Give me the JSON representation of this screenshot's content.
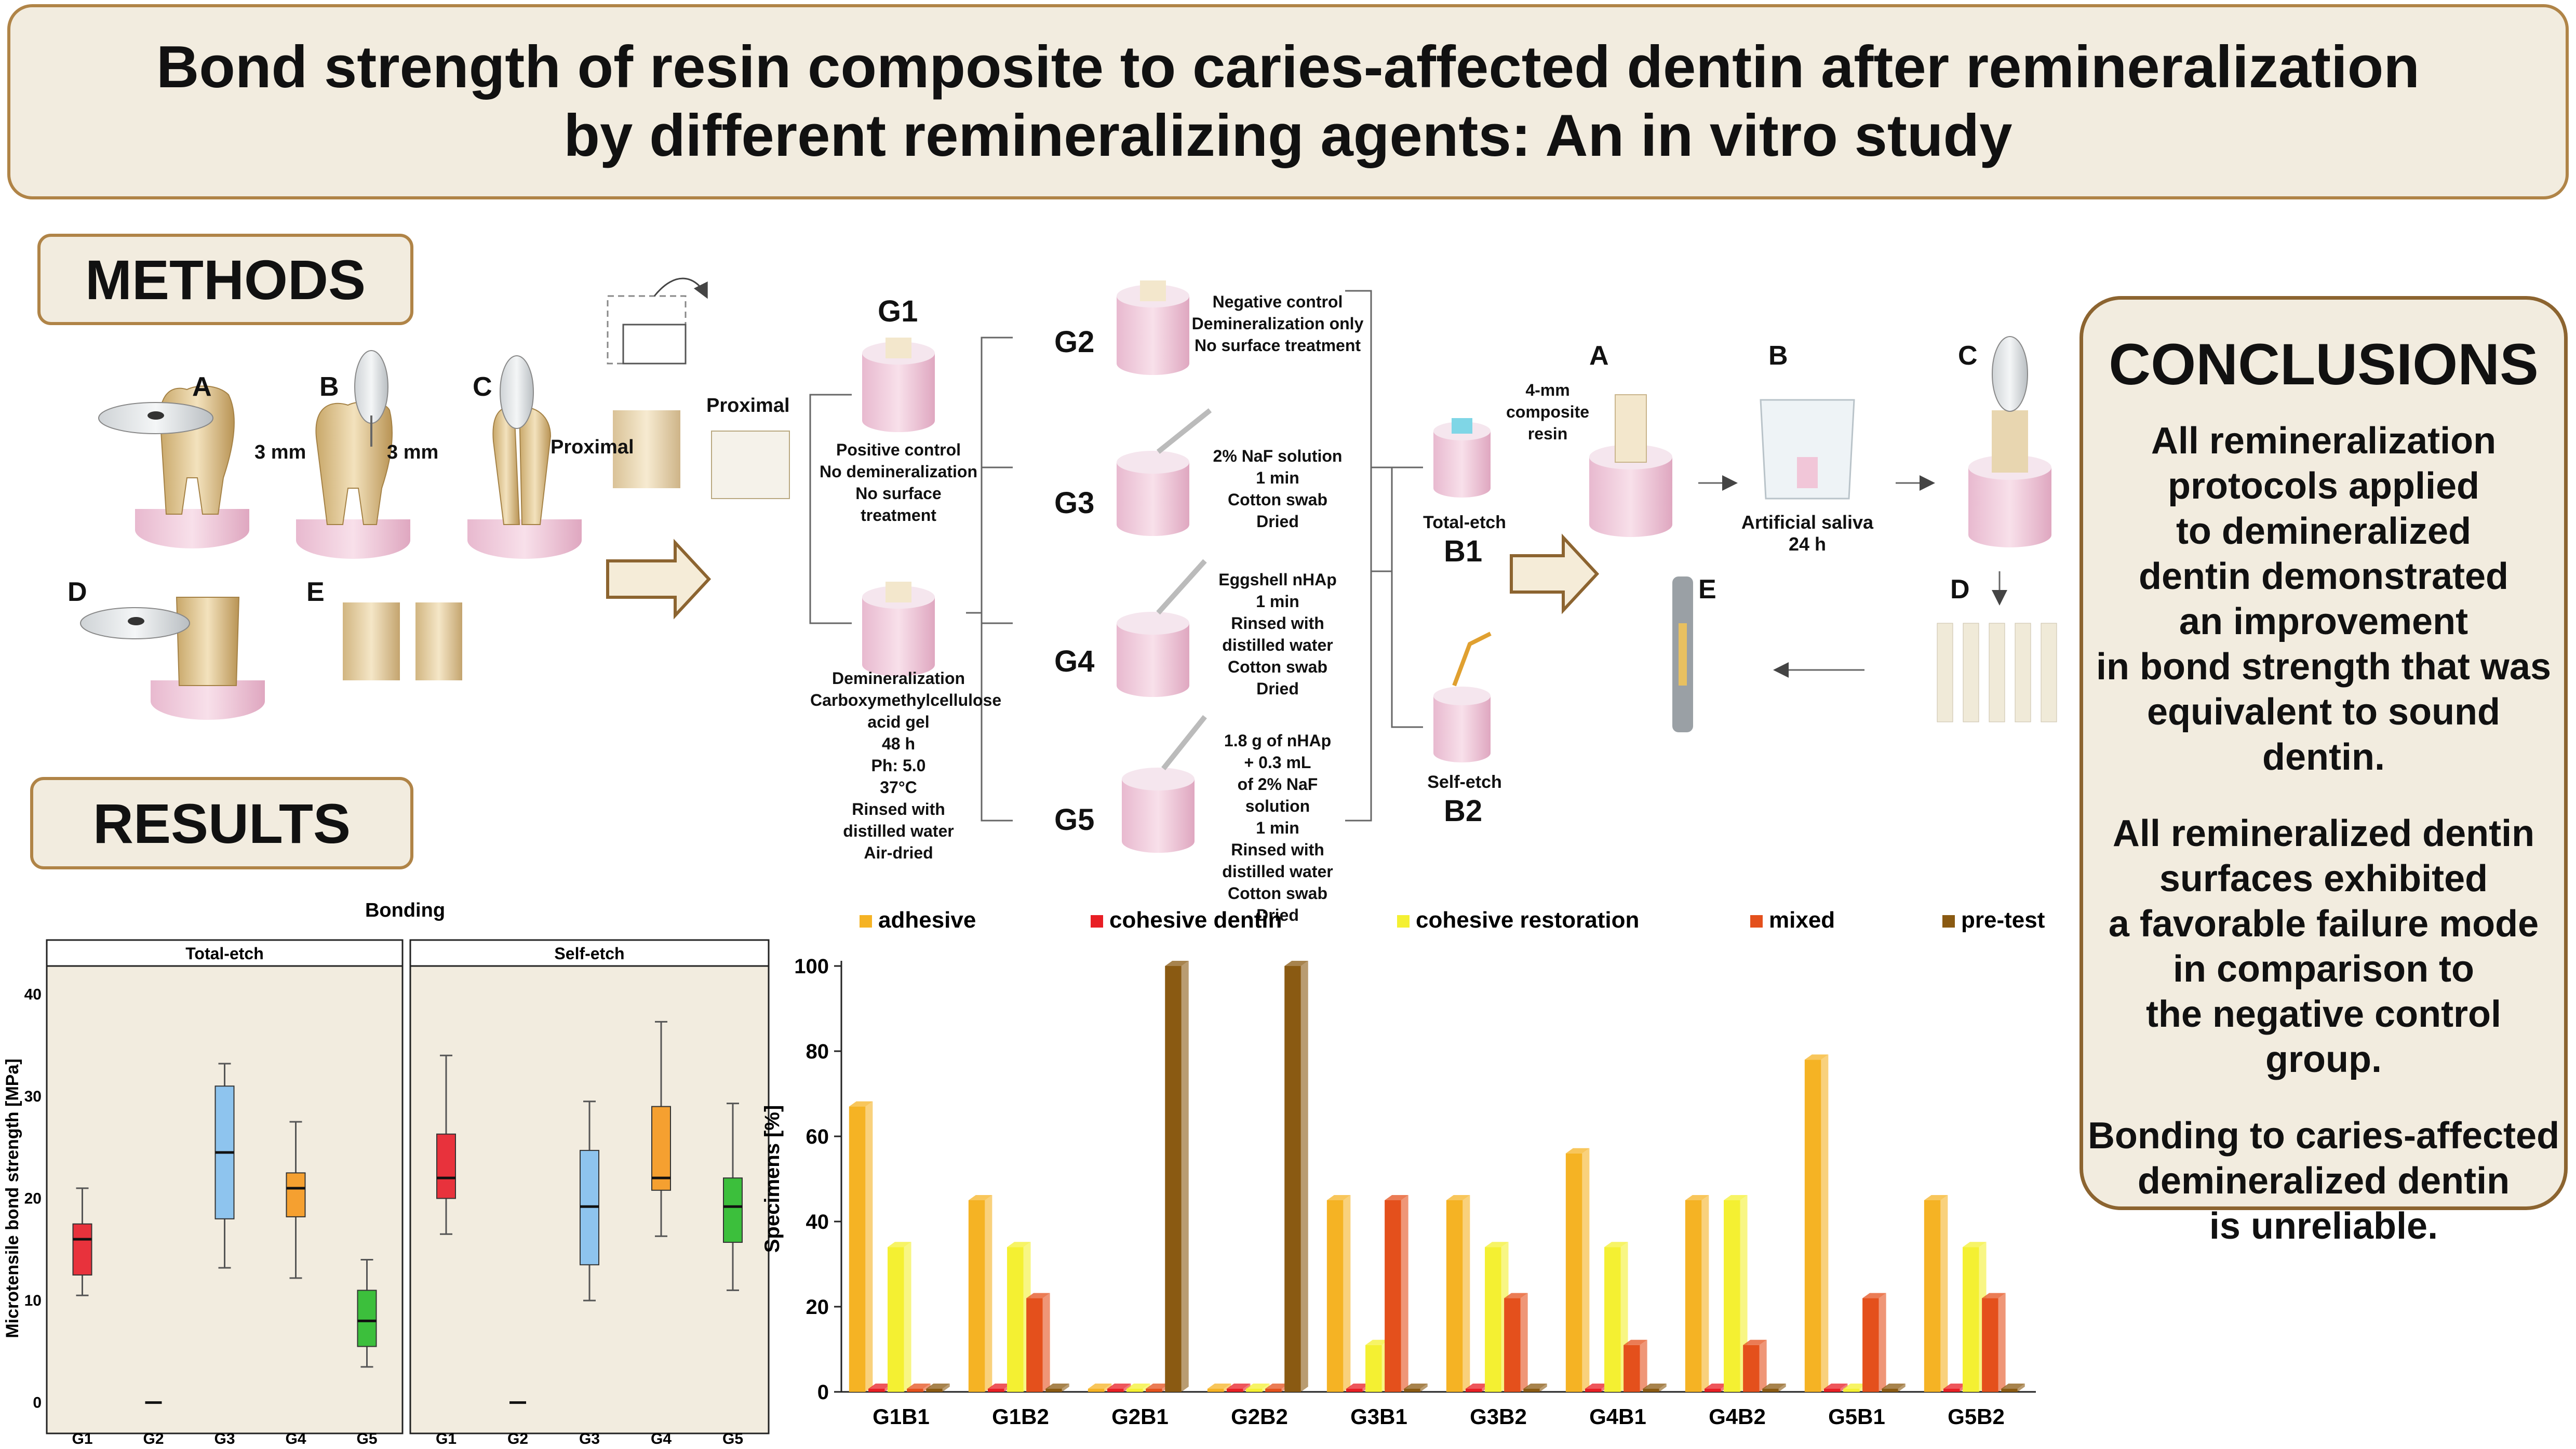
{
  "title": {
    "line1": "Bond strength of resin composite to caries-affected dentin after remineralization",
    "line2": "by different remineralizing agents: An in vitro study"
  },
  "sections": {
    "methods": "METHODS",
    "results": "RESULTS",
    "conclusions": "CONCLUSIONS"
  },
  "methods": {
    "prep_labels": {
      "a": "A",
      "b": "B",
      "c": "C",
      "d": "D",
      "e": "E"
    },
    "mm_left": "3 mm",
    "mm_right": "3 mm",
    "proximal1": "Proximal",
    "proximal2": "Proximal",
    "g1": {
      "id": "G1",
      "text": "Positive control\nNo demineralization\nNo surface treatment"
    },
    "demin": {
      "text": "Demineralization\nCarboxymethylcellulose\nacid gel\n48 h\nPh: 5.0\n37°C\nRinsed with\ndistilled water\nAir-dried"
    },
    "g2": {
      "id": "G2",
      "text": "Negative control\nDemineralization only\nNo surface treatment"
    },
    "g3": {
      "id": "G3",
      "text": "2% NaF solution\n1 min\nCotton swab\nDried"
    },
    "g4": {
      "id": "G4",
      "text": "Eggshell nHAp\n1 min\nRinsed with\ndistilled water\nCotton swab\nDried"
    },
    "g5": {
      "id": "G5",
      "text": "1.8 g of nHAp\n+ 0.3 mL\nof 2% NaF solution\n1 min\nRinsed with\ndistilled water\nCotton swab\nDried"
    },
    "b1": {
      "name": "Total-etch",
      "id": "B1"
    },
    "b2": {
      "name": "Self-etch",
      "id": "B2"
    },
    "bond_labels": {
      "a": "A",
      "b": "B",
      "c": "C",
      "d": "D",
      "e": "E"
    },
    "composite": "4-mm\ncomposite\nresin",
    "saliva": "Artificial saliva\n24 h"
  },
  "conclusions": {
    "p1": "All remineralization\nprotocols applied\nto demineralized\ndentin demonstrated\nan improvement\nin bond strength that was\nequivalent to sound dentin.",
    "p2": "All remineralized dentin\nsurfaces exhibited\na favorable failure mode\nin comparison to\nthe negative control group.",
    "p3": "Bonding to caries-affected\ndemineralized dentin\nis unreliable."
  },
  "colors": {
    "G1": "#e8323c",
    "G2": "#222222",
    "G3": "#8ec4ee",
    "G4": "#f5a030",
    "G5": "#3cbf3c",
    "adhesive": "#f5b324",
    "cohesive_dentin": "#e81e24",
    "cohesive_restoration": "#f4f032",
    "mixed": "#e4501c",
    "pre_test": "#8a5a12"
  },
  "chart_data": [
    {
      "type": "boxplot",
      "title": "Bonding",
      "ylabel": "Microtensile bond strength [MPa]",
      "ylim": [
        -2,
        42
      ],
      "yticks": [
        0,
        10,
        20,
        30,
        40
      ],
      "panels": [
        {
          "title": "Total-etch",
          "categories": [
            "G1",
            "G2",
            "G3",
            "G4",
            "G5"
          ],
          "boxes": [
            {
              "min": 10.5,
              "q1": 12.5,
              "median": 16,
              "q3": 17.5,
              "max": 21
            },
            {
              "min": 0,
              "q1": 0,
              "median": 0,
              "q3": 0,
              "max": 0
            },
            {
              "min": 13.2,
              "q1": 18,
              "median": 24.5,
              "q3": 31,
              "max": 33.2
            },
            {
              "min": 12.2,
              "q1": 18.2,
              "median": 21,
              "q3": 22.5,
              "max": 27.5
            },
            {
              "min": 3.5,
              "q1": 5.5,
              "median": 8,
              "q3": 11,
              "max": 14
            }
          ]
        },
        {
          "title": "Self-etch",
          "categories": [
            "G1",
            "G2",
            "G3",
            "G4",
            "G5"
          ],
          "boxes": [
            {
              "min": 16.5,
              "q1": 20,
              "median": 22,
              "q3": 26.3,
              "max": 34
            },
            {
              "min": 0,
              "q1": 0,
              "median": 0,
              "q3": 0,
              "max": 0
            },
            {
              "min": 10,
              "q1": 13.5,
              "median": 19.2,
              "q3": 24.7,
              "max": 29.5
            },
            {
              "min": 16.3,
              "q1": 20.8,
              "median": 22,
              "q3": 29,
              "max": 37.3
            },
            {
              "min": 11,
              "q1": 15.7,
              "median": 19.2,
              "q3": 22,
              "max": 29.3
            }
          ]
        }
      ],
      "xlabels": [
        "G1",
        "G2",
        "G3",
        "G4",
        "G5"
      ]
    },
    {
      "type": "bar",
      "ylabel": "Specimens [%]",
      "ylim": [
        0,
        100
      ],
      "yticks": [
        0,
        20,
        40,
        60,
        80,
        100
      ],
      "categories": [
        "G1B1",
        "G1B2",
        "G2B1",
        "G2B2",
        "G3B1",
        "G3B2",
        "G4B1",
        "G4B2",
        "G5B1",
        "G5B2"
      ],
      "legend_position": "top",
      "series": [
        {
          "name": "adhesive",
          "values": [
            67,
            45,
            0,
            0,
            45,
            45,
            56,
            45,
            78,
            45
          ]
        },
        {
          "name": "cohesive dentin",
          "values": [
            0,
            0,
            0,
            0,
            0,
            0,
            0,
            0,
            0,
            0
          ]
        },
        {
          "name": "cohesive restoration",
          "values": [
            34,
            34,
            0,
            0,
            11,
            34,
            34,
            45,
            0,
            34
          ]
        },
        {
          "name": "mixed",
          "values": [
            0,
            22,
            0,
            0,
            45,
            22,
            11,
            11,
            22,
            22
          ]
        },
        {
          "name": "pre-test",
          "values": [
            0,
            0,
            100,
            100,
            0,
            0,
            0,
            0,
            0,
            0
          ]
        }
      ]
    }
  ]
}
